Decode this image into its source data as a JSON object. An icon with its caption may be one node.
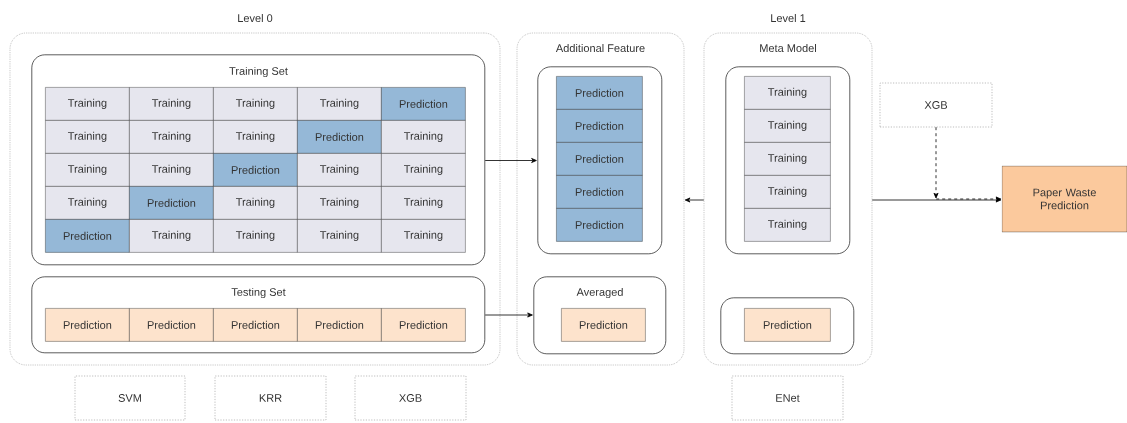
{
  "diagram": {
    "nodes": [
      {
        "text": [
          "Level 0"
        ]
      },
      {
        "text": [
          "Training Set"
        ],
        "in": 0
      },
      {
        "text": [
          "Training"
        ],
        "in": 1
      },
      {
        "text": [
          "Training"
        ],
        "in": 1
      },
      {
        "text": [
          "Training"
        ],
        "in": 1
      },
      {
        "text": [
          "Training"
        ],
        "in": 1
      },
      {
        "text": [
          "Prediction"
        ],
        "in": 1
      },
      {
        "text": [
          "Training"
        ],
        "in": 1
      },
      {
        "text": [
          "Training"
        ],
        "in": 1
      },
      {
        "text": [
          "Training"
        ],
        "in": 1
      },
      {
        "text": [
          "Prediction"
        ],
        "in": 1
      },
      {
        "text": [
          "Training"
        ],
        "in": 1
      },
      {
        "text": [
          "Training"
        ],
        "in": 1
      },
      {
        "text": [
          "Training"
        ],
        "in": 1
      },
      {
        "text": [
          "Prediction"
        ],
        "in": 1
      },
      {
        "text": [
          "Training"
        ],
        "in": 1
      },
      {
        "text": [
          "Training"
        ],
        "in": 1
      },
      {
        "text": [
          "Training"
        ],
        "in": 1
      },
      {
        "text": [
          "Prediction"
        ],
        "in": 1
      },
      {
        "text": [
          "Training"
        ],
        "in": 1
      },
      {
        "text": [
          "Training"
        ],
        "in": 1
      },
      {
        "text": [
          "Training"
        ],
        "in": 1
      },
      {
        "text": [
          "Prediction"
        ],
        "in": 1
      },
      {
        "text": [
          "Training"
        ],
        "in": 1
      },
      {
        "text": [
          "Training"
        ],
        "in": 1
      },
      {
        "text": [
          "Training"
        ],
        "in": 1
      },
      {
        "text": [
          "Training"
        ],
        "in": 1
      },
      {
        "text": [
          "Testing Set"
        ],
        "in": 0
      },
      {
        "text": [
          "Prediction"
        ],
        "in": 27
      },
      {
        "text": [
          "Prediction"
        ],
        "in": 27
      },
      {
        "text": [
          "Prediction"
        ],
        "in": 27
      },
      {
        "text": [
          "Prediction"
        ],
        "in": 27
      },
      {
        "text": [
          "Prediction"
        ],
        "in": 27
      },
      {
        "text": [
          "Additional Feature"
        ]
      },
      {
        "text": [],
        "shape": "box",
        "in": 33
      },
      {
        "text": [
          "Prediction"
        ],
        "in": 34
      },
      {
        "text": [
          "Prediction"
        ],
        "in": 34
      },
      {
        "text": [
          "Prediction"
        ],
        "in": 34
      },
      {
        "text": [
          "Prediction"
        ],
        "in": 34
      },
      {
        "text": [
          "Prediction"
        ],
        "in": 34
      },
      {
        "text": [
          "Averaged"
        ],
        "in": 33
      },
      {
        "text": [
          "Prediction"
        ],
        "in": 40
      },
      {
        "text": [
          "Level 1",
          "Meta Model"
        ]
      },
      {
        "text": [],
        "shape": "box",
        "in": 42
      },
      {
        "text": [
          "Training"
        ],
        "in": 43
      },
      {
        "text": [
          "Training"
        ],
        "in": 43
      },
      {
        "text": [
          "Training"
        ],
        "in": 43
      },
      {
        "text": [
          "Training"
        ],
        "in": 43
      },
      {
        "text": [
          "Training"
        ],
        "in": 43
      },
      {
        "text": [],
        "shape": "box",
        "in": 42
      },
      {
        "text": [
          "Prediction"
        ],
        "in": 49
      },
      {
        "text": [
          "SVM"
        ]
      },
      {
        "text": [
          "KRR"
        ]
      },
      {
        "text": [
          "XGB"
        ]
      },
      {
        "text": [
          "ENet"
        ]
      },
      {
        "text": [
          "XGB"
        ]
      },
      {
        "text": [
          "Paper Waste Prediction"
        ]
      }
    ],
    "edges": [
      {
        "from": 1,
        "to": 34,
        "arrow": "to"
      },
      {
        "from": 27,
        "to": 40,
        "arrow": "to"
      },
      {
        "from": 42,
        "to": 33,
        "arrow": "to"
      },
      {
        "from": 42,
        "to": 56,
        "arrow": "to"
      },
      {
        "from": 55,
        "to": 56,
        "arrow": "to",
        "style": "dashed"
      }
    ]
  }
}
